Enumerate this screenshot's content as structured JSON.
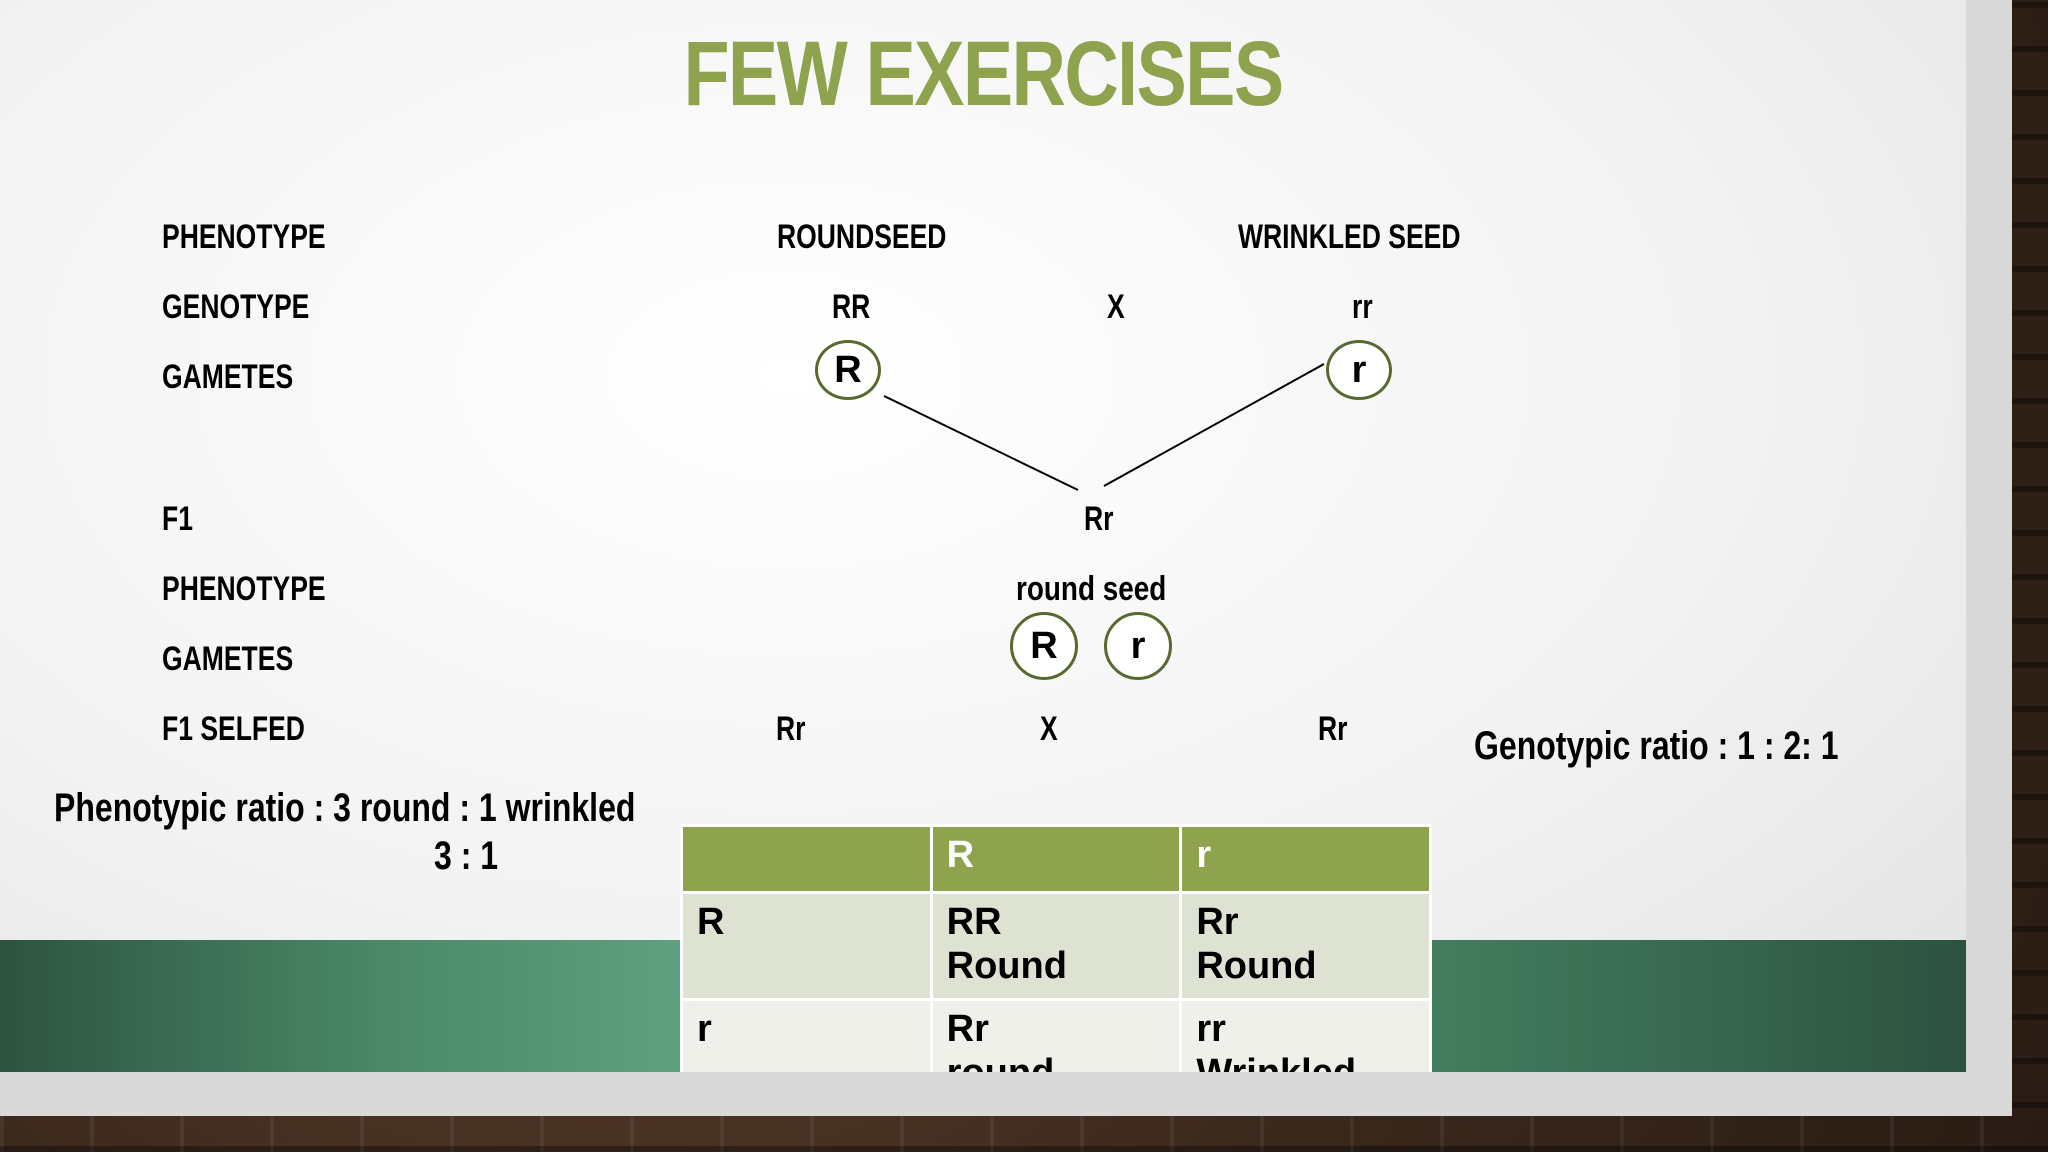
{
  "title": "FEW EXERCISES",
  "rows": {
    "phenotype_label": "PHENOTYPE",
    "genotype_label": "GENOTYPE",
    "gametes_label": "GAMETES",
    "f1_label": "F1",
    "f1_phenotype_label": "PHENOTYPE",
    "f1_gametes_label": "GAMETES",
    "f1_selfed_label": "F1 SELFED"
  },
  "parents": {
    "left_phenotype": "ROUNDSEED",
    "right_phenotype": "WRINKLED SEED",
    "left_genotype": "RR",
    "cross": "X",
    "right_genotype": "rr",
    "left_gamete": "R",
    "right_gamete": "r"
  },
  "f1": {
    "genotype": "Rr",
    "phenotype": "round seed",
    "gamete_1": "R",
    "gamete_2": "r",
    "selfed_left": "Rr",
    "selfed_cross": "X",
    "selfed_right": "Rr"
  },
  "ratios": {
    "genotypic": "Genotypic ratio : 1 : 2: 1",
    "phenotypic": "Phenotypic ratio : 3 round : 1 wrinkled",
    "phenotypic_short": "3 : 1"
  },
  "punnett": {
    "header": [
      "",
      "R",
      "r"
    ],
    "rows": [
      {
        "gamete": "R",
        "c1": [
          "RR",
          "Round"
        ],
        "c2": [
          "Rr",
          "Round"
        ]
      },
      {
        "gamete": "r",
        "c1": [
          "Rr",
          "round"
        ],
        "c2": [
          "rr",
          "Wrinkled"
        ]
      }
    ]
  },
  "colors": {
    "title": "#8fa24e",
    "table_header": "#8fa24e",
    "gamete_border": "#57692e",
    "band": "#63a584"
  }
}
